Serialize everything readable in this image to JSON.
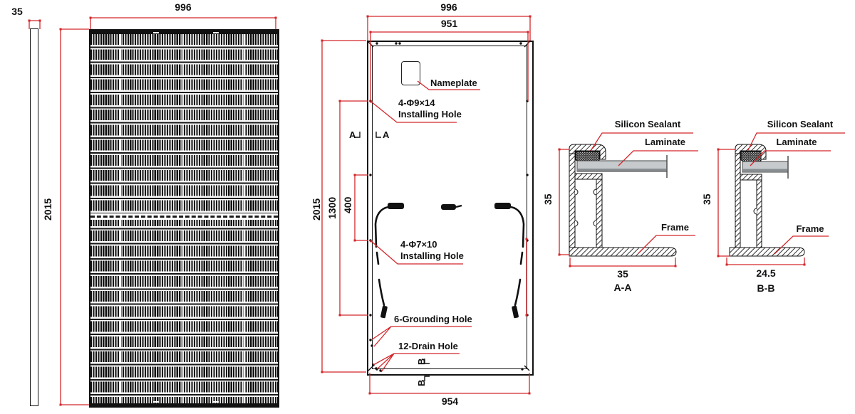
{
  "colors": {
    "accent_red": "#d4262a",
    "line_black": "#1a1a1a"
  },
  "side_view": {
    "thickness": "35"
  },
  "front_view": {
    "width": "996",
    "height": "2015"
  },
  "back_view": {
    "width_outer": "996",
    "width_holes": "951",
    "height": "2015",
    "hole_span_major": "1300",
    "hole_span_minor": "400",
    "width_bottom": "954",
    "nameplate": "Nameplate",
    "install_major": {
      "line1": "4-Φ9×14",
      "line2": "Installing Hole"
    },
    "install_minor": {
      "line1": "4-Φ7×10",
      "line2": "Installing Hole"
    },
    "grounding": "6-Grounding Hole",
    "drain": "12-Drain Hole",
    "mark_a": "A",
    "mark_b": "B"
  },
  "sections": {
    "labels": {
      "sealant": "Silicon Sealant",
      "laminate": "Laminate",
      "frame": "Frame"
    },
    "aa": {
      "title": "A-A",
      "height": "35",
      "width": "35"
    },
    "bb": {
      "title": "B-B",
      "height": "35",
      "width": "24.5"
    }
  }
}
